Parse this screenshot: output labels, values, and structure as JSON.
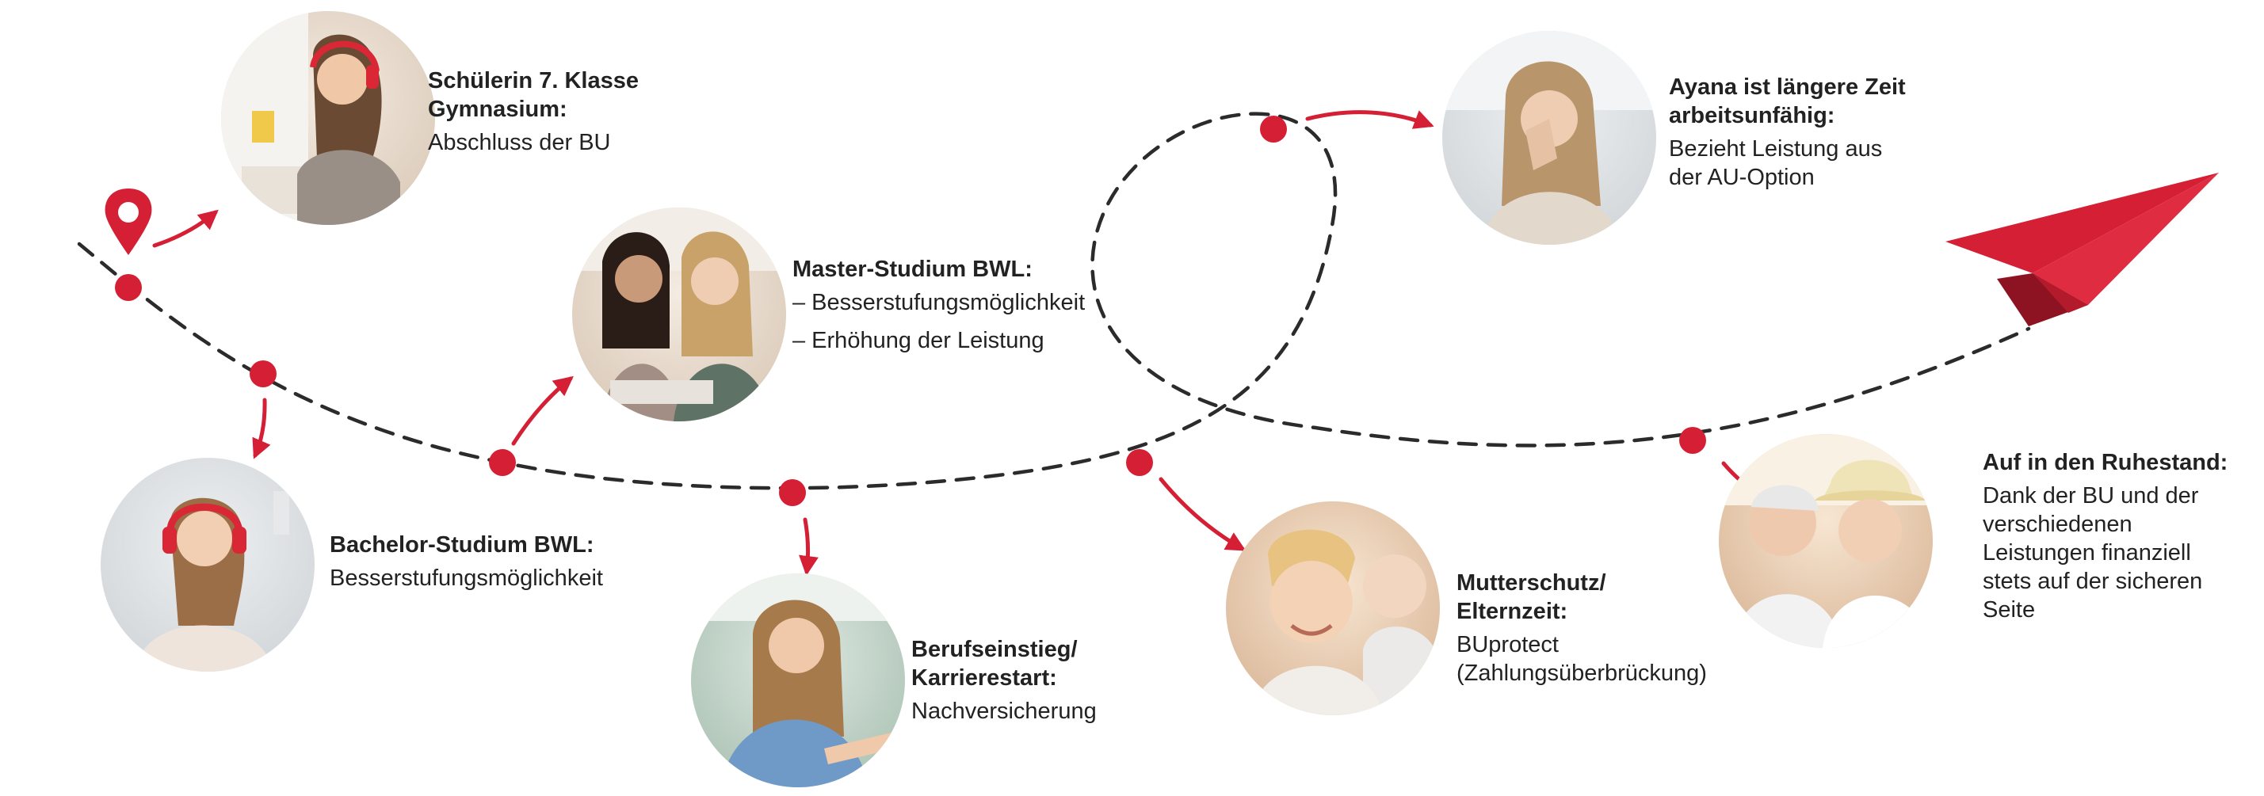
{
  "colors": {
    "accent": "#d51f35",
    "dash": "#2b2b2b",
    "text": "#222222"
  },
  "icons": [
    "map-pin-icon",
    "paper-plane-icon"
  ],
  "milestones": [
    {
      "id": "schuelerin",
      "title_lines": [
        "Schülerin 7. Klasse",
        "Gymnasium:"
      ],
      "desc_lines": [
        "Abschluss der BU"
      ]
    },
    {
      "id": "bachelor",
      "title_lines": [
        "Bachelor-Studium BWL:"
      ],
      "desc_lines": [
        "Besserstufungsmöglichkeit"
      ]
    },
    {
      "id": "master",
      "title_lines": [
        "Master-Studium BWL:"
      ],
      "desc_lines": [
        "– Besserstufungsmöglichkeit",
        "– Erhöhung der Leistung"
      ]
    },
    {
      "id": "beruf",
      "title_lines": [
        "Berufseinstieg/",
        "Karrierestart:"
      ],
      "desc_lines": [
        "Nachversicherung"
      ]
    },
    {
      "id": "mutterschutz",
      "title_lines": [
        "Mutterschutz/",
        "Elternzeit:"
      ],
      "desc_lines": [
        "BUprotect",
        "(Zahlungsüberbrückung)"
      ]
    },
    {
      "id": "ayana",
      "title_lines": [
        "Ayana ist längere Zeit",
        "arbeitsunfähig:"
      ],
      "desc_lines": [
        "Bezieht Leistung aus",
        "der AU-Option"
      ]
    },
    {
      "id": "ruhestand",
      "title_lines": [
        "Auf in den Ruhestand:"
      ],
      "desc_lines": [
        "Dank der BU und der",
        "verschiedenen",
        "Leistungen finanziell",
        "stets auf der sicheren",
        "Seite"
      ]
    }
  ]
}
